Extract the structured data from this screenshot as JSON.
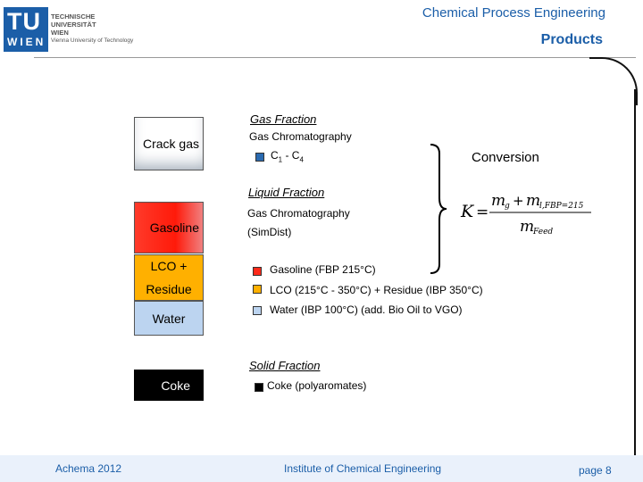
{
  "header": {
    "logo": {
      "mark": "TU",
      "wien": "WIEN",
      "lines": [
        "TECHNISCHE",
        "UNIVERSITÄT",
        "WIEN"
      ],
      "subline": "Vienna University of Technology"
    },
    "title": "Chemical Process Engineering",
    "section_title": "Products"
  },
  "boxes": {
    "crack_gas": "Crack gas",
    "gasoline": "Gasoline",
    "lco": "LCO +",
    "residue": "Residue",
    "water": "Water",
    "coke": "Coke"
  },
  "gas": {
    "heading": "Gas Fraction",
    "method": "Gas Chromatography",
    "range": "C1 - C4"
  },
  "liquid": {
    "heading": "Liquid Fraction",
    "method1": "Gas Chromatography",
    "method2": "(SimDist)",
    "items": [
      {
        "label": "Gasoline  (FBP 215°C)",
        "color": "#ff2a1a"
      },
      {
        "label": "LCO (215°C - 350°C) + Residue (IBP 350°C)",
        "color": "#ffb000"
      },
      {
        "label": "Water  (IBP 100°C) (add. Bio Oil to VGO)",
        "color": "#bcd4f0"
      }
    ]
  },
  "solid": {
    "heading": "Solid Fraction",
    "item": "Coke (polyaromates)",
    "color": "#000000"
  },
  "conversion": {
    "label": "Conversion",
    "formula_lhs": "K",
    "formula_num_a": "m",
    "formula_num_a_sub": "g",
    "formula_num_b": "m",
    "formula_num_b_sub": "l,FBP=215",
    "formula_den": "m",
    "formula_den_sub": "Feed"
  },
  "footer": {
    "left": "Achema 2012",
    "center": "Institute of Chemical Engineering",
    "right": "page 8"
  },
  "colors": {
    "accent": "#1b5ea8",
    "gas_marker": "#2a6ab0"
  }
}
